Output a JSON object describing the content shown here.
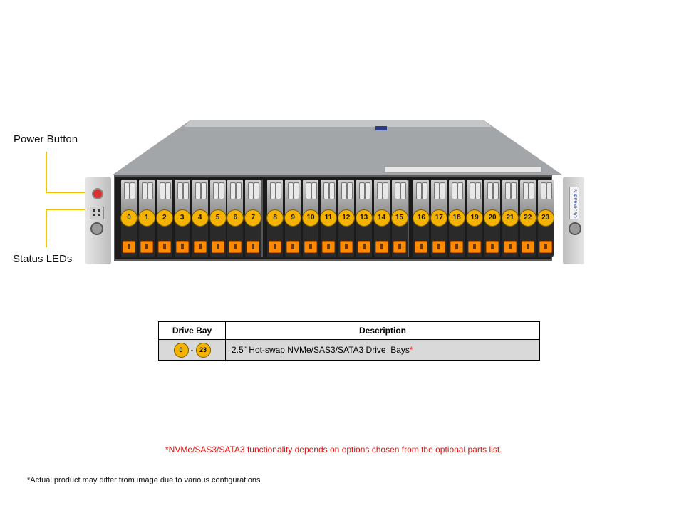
{
  "callouts": {
    "power_button": "Power Button",
    "status_leds": "Status LEDs"
  },
  "drive_bays": [
    "0",
    "1",
    "2",
    "3",
    "4",
    "5",
    "6",
    "7",
    "8",
    "9",
    "10",
    "11",
    "12",
    "13",
    "14",
    "15",
    "16",
    "17",
    "18",
    "19",
    "20",
    "21",
    "22",
    "23"
  ],
  "table": {
    "headers": {
      "bay": "Drive Bay",
      "description": "Description"
    },
    "row": {
      "range_start": "0",
      "range_sep": "-",
      "range_end": "23",
      "description": "2.5\" Hot-swap NVMe/SAS3/SATA3 Drive  Bays",
      "asterisk": "*"
    }
  },
  "footnotes": {
    "options": "*NVMe/SAS3/SATA3 functionality depends on options chosen from the optional parts list.",
    "disclaimer": "*Actual product may differ from image due to various configurations"
  },
  "brand_logo": "SUPERMICRO",
  "colors": {
    "bay_badge": "#f4b300",
    "latch": "#ff8a00",
    "leader": "#f2c200",
    "footnote_red": "#d11111"
  }
}
